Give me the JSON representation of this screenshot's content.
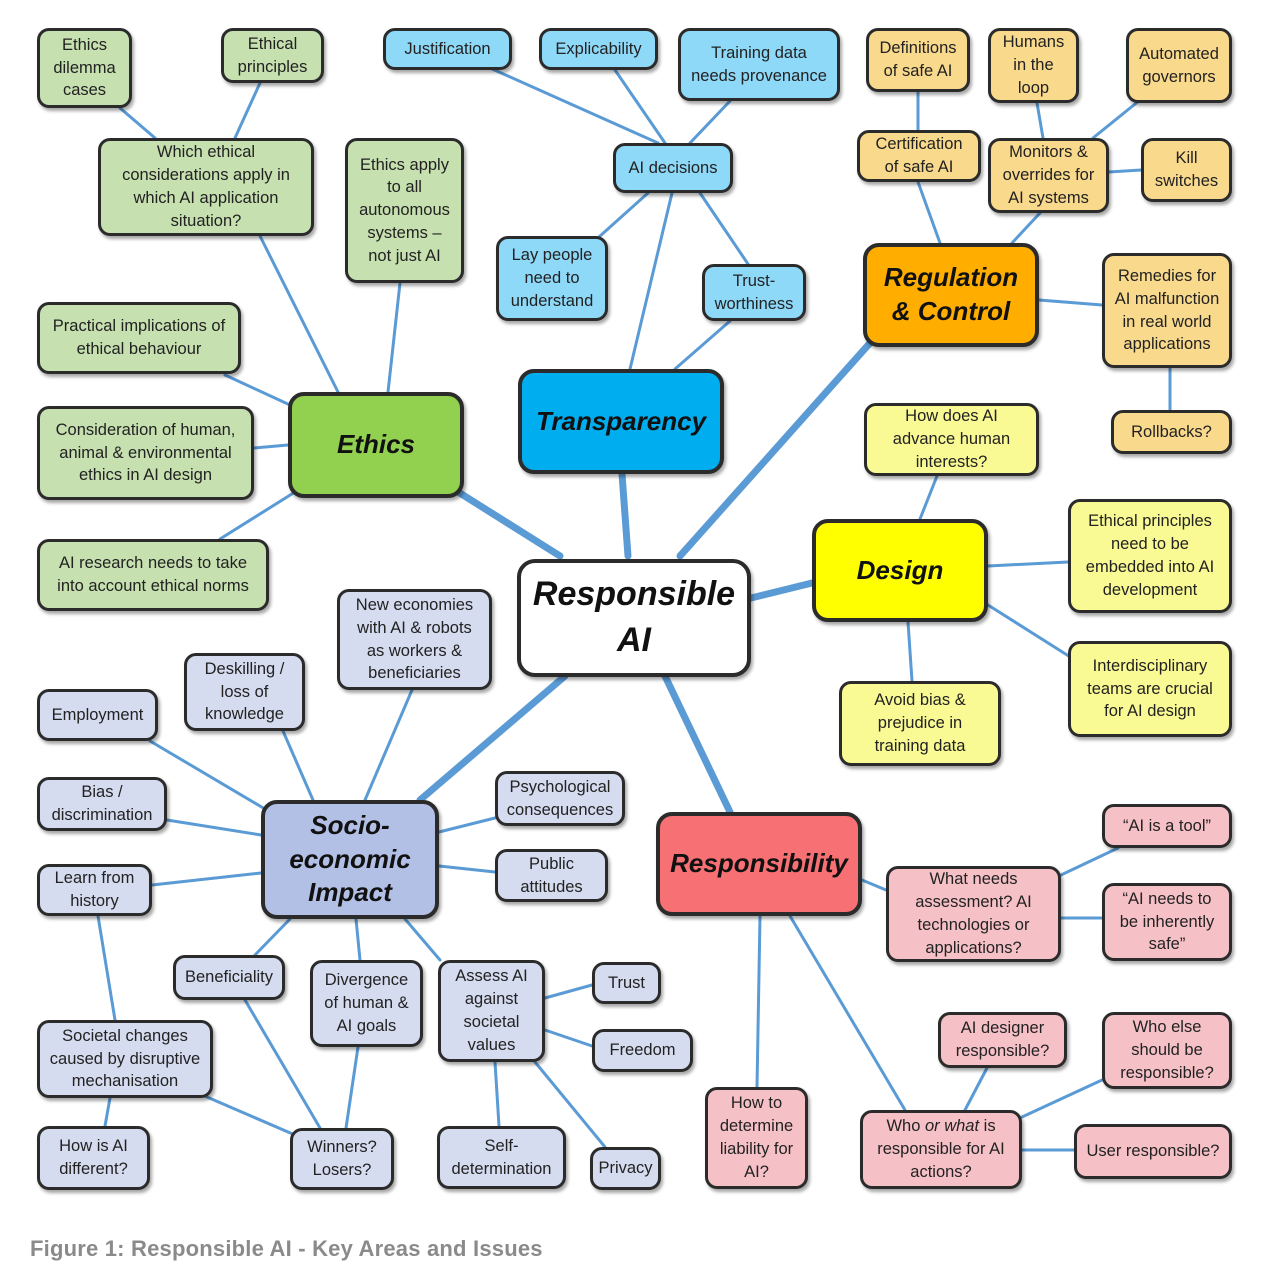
{
  "caption": "Figure 1: Responsible AI - Key Areas and Issues",
  "colors": {
    "connector": "#5b9bd5",
    "green": "#92d050",
    "blue": "#00aeef",
    "orange": "#ffae00",
    "yellow": "#ffff00",
    "red": "#f77174",
    "slate": "#b3c0e6"
  },
  "center": {
    "label": "Responsible\nAI"
  },
  "areas": {
    "ethics": "Ethics",
    "transparency": "Transparency",
    "regulation": "Regulation\n& Control",
    "design": "Design",
    "responsibility": "Responsibility",
    "socio": "Socio-\neconomic\nImpact"
  },
  "ethics": {
    "dilemma_cases": "Ethics\ndilemma\ncases",
    "principles": "Ethical\nprinciples",
    "which_considerations": "Which ethical\nconsiderations apply in\nwhich AI application\nsituation?",
    "apply_all": "Ethics apply\nto all\nautonomous\nsystems –\nnot just AI",
    "practical": "Practical implications of\nethical behaviour",
    "consideration": "Consideration of human,\nanimal & environmental\nethics in AI design",
    "research": "AI research needs to take\ninto account ethical norms"
  },
  "transparency": {
    "justification": "Justification",
    "explicability": "Explicability",
    "training_data": "Training data\nneeds provenance",
    "ai_decisions": "AI decisions",
    "lay_people": "Lay people\nneed to\nunderstand",
    "trustworthiness": "Trust-\nworthiness"
  },
  "regulation": {
    "definitions": "Definitions\nof safe AI",
    "humans_loop": "Humans\nin the\nloop",
    "governors": "Automated\ngovernors",
    "certification": "Certification\nof safe AI",
    "monitors": "Monitors &\noverrides for\nAI systems",
    "kill": "Kill\nswitches",
    "remedies": "Remedies for\nAI malfunction\nin real world\napplications",
    "rollbacks": "Rollbacks?"
  },
  "design": {
    "advance": "How does AI\nadvance human\ninterests?",
    "principles_embedded": "Ethical principles\nneed to be\nembedded into AI\ndevelopment",
    "interdisciplinary": "Interdisciplinary\nteams are crucial\nfor AI design",
    "avoid_bias": "Avoid bias &\nprejudice in\ntraining data"
  },
  "responsibility": {
    "what_needs": "What needs\nassessment? AI\ntechnologies or\napplications?",
    "tool": "“AI is a tool”",
    "inherently_safe": "“AI needs to\nbe inherently\nsafe”",
    "liability": "How to\ndetermine\nliability for\nAI?",
    "designer": "AI designer\nresponsible?",
    "who_else": "Who else\nshould be\nresponsible?",
    "who_what": "Who or what is\nresponsible for AI\nactions?",
    "user": "User responsible?"
  },
  "socio": {
    "new_economies": "New economies\nwith AI & robots\nas workers &\nbeneficiaries",
    "deskilling": "Deskilling /\nloss of\nknowledge",
    "employment": "Employment",
    "bias": "Bias /\ndiscrimination",
    "learn_history": "Learn from\nhistory",
    "psychological": "Psychological\nconsequences",
    "public": "Public\nattitudes",
    "beneficiality": "Beneficiality",
    "divergence": "Divergence\nof human &\nAI goals",
    "assess": "Assess AI\nagainst\nsocietal\nvalues",
    "trust": "Trust",
    "freedom": "Freedom",
    "societal_changes": "Societal changes\ncaused by disruptive\nmechanisation",
    "how_different": "How is AI\ndifferent?",
    "winners": "Winners?\nLosers?",
    "self_determination": "Self-\ndetermination",
    "privacy": "Privacy"
  }
}
